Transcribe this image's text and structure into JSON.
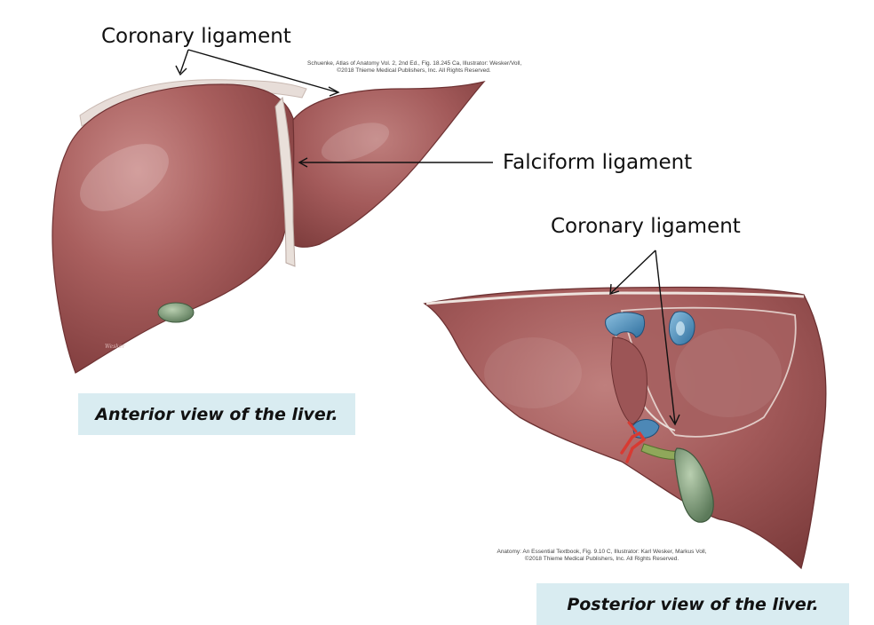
{
  "labels": {
    "coronary_top": "Coronary ligament",
    "falciform": "Falciform ligament",
    "coronary_right": "Coronary ligament"
  },
  "credits": {
    "anterior_line1": "Schuenke, Atlas of Anatomy Vol. 2, 2nd Ed., Fig. 18.245 Ca, Illustrator: Wesker/Voll,",
    "anterior_line2": "©2018 Thieme Medical Publishers, Inc. All Rights Reserved.",
    "posterior_line1": "Anatomy: An Essential Textbook, Fig. 9.10 C, Illustrator: Karl Wesker, Markus Voll,",
    "posterior_line2": "©2018 Thieme Medical Publishers, Inc. All Rights Reserved."
  },
  "captions": {
    "anterior": "Anterior view of the liver.",
    "posterior": "Posterior view of the liver."
  }
}
